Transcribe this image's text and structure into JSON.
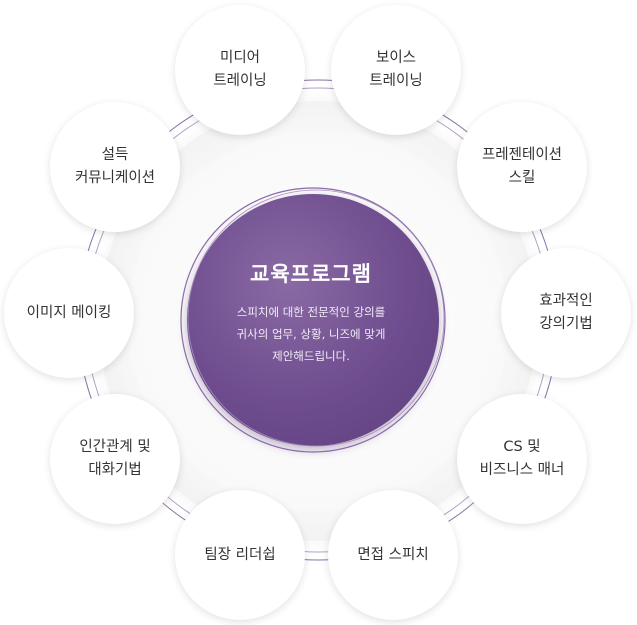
{
  "center": {
    "title": "교육프로그램",
    "description": [
      "스피치에 대한 전문적인 강의를",
      "귀사의 업무, 상황, 니즈에 맞게",
      "제안해드립니다."
    ]
  },
  "nodes": [
    {
      "id": "media-training",
      "lines": [
        "미디어",
        "트레이닝"
      ]
    },
    {
      "id": "voice-training",
      "lines": [
        "보이스",
        "트레이닝"
      ]
    },
    {
      "id": "presentation-skill",
      "lines": [
        "프레젠테이션",
        "스킬"
      ]
    },
    {
      "id": "effective-lecture",
      "lines": [
        "효과적인",
        "강의기법"
      ]
    },
    {
      "id": "cs-business-manner",
      "lines": [
        "CS 및",
        "비즈니스 매너"
      ]
    },
    {
      "id": "interview-speech",
      "lines": [
        "면접 스피치"
      ]
    },
    {
      "id": "team-leadership",
      "lines": [
        "팀장 리더쉽"
      ]
    },
    {
      "id": "relationship-conversation",
      "lines": [
        "인간관계 및",
        "대화기법"
      ]
    },
    {
      "id": "image-making",
      "lines": [
        "이미지 메이킹"
      ]
    },
    {
      "id": "persuasive-communication",
      "lines": [
        "설득",
        "커뮤니케이션"
      ]
    }
  ],
  "colors": {
    "center_fill": "#6e4c8e",
    "center_ring": "#8b6aa7",
    "orbit_ring": "#9a7fb3",
    "node_text": "#333333"
  }
}
